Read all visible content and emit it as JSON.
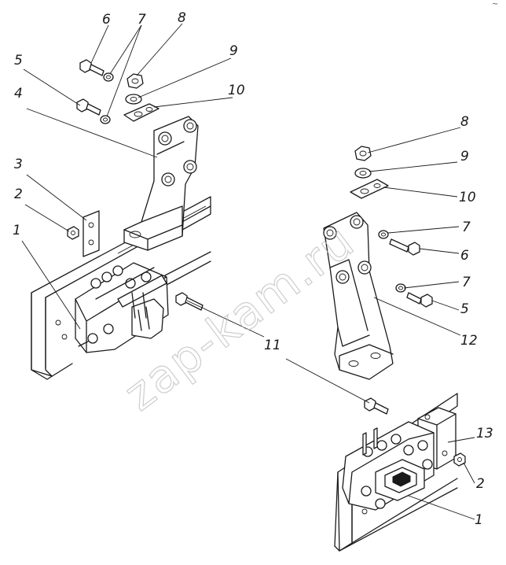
{
  "callouts": [
    {
      "id": "c6a",
      "label": "6"
    },
    {
      "id": "c7a",
      "label": "7"
    },
    {
      "id": "c8a",
      "label": "8"
    },
    {
      "id": "c5a",
      "label": "5"
    },
    {
      "id": "c9a",
      "label": "9"
    },
    {
      "id": "c4a",
      "label": "4"
    },
    {
      "id": "c10a",
      "label": "10"
    },
    {
      "id": "c3a",
      "label": "3"
    },
    {
      "id": "c2a",
      "label": "2"
    },
    {
      "id": "c1a",
      "label": "1"
    },
    {
      "id": "c11",
      "label": "11"
    },
    {
      "id": "c8b",
      "label": "8"
    },
    {
      "id": "c9b",
      "label": "9"
    },
    {
      "id": "c10b",
      "label": "10"
    },
    {
      "id": "c7b",
      "label": "7"
    },
    {
      "id": "c6b",
      "label": "6"
    },
    {
      "id": "c7c",
      "label": "7"
    },
    {
      "id": "c5b",
      "label": "5"
    },
    {
      "id": "c12",
      "label": "12"
    },
    {
      "id": "c13",
      "label": "13"
    },
    {
      "id": "c2b",
      "label": "2"
    },
    {
      "id": "c1b",
      "label": "1"
    }
  ],
  "watermark": "zap-kam.ru",
  "corner_mark": "~"
}
